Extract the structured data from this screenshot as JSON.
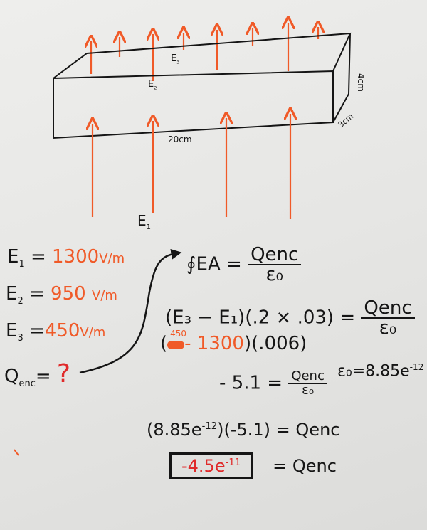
{
  "colors": {
    "ink": "#151515",
    "field_arrow": "#f05a28",
    "answer": "#e02a2a",
    "paper": "#e8e8e6"
  },
  "diagram": {
    "labels": {
      "e3": "E",
      "e3_sub": "3",
      "e2": "E",
      "e2_sub": "2",
      "e1": "E",
      "e1_sub": "1",
      "length": "20cm",
      "height": "4cm",
      "depth": "3cm"
    }
  },
  "givens": [
    {
      "symbol": "E",
      "sub": "1",
      "eq": "=",
      "value": "1300",
      "unit": "V/m"
    },
    {
      "symbol": "E",
      "sub": "2",
      "eq": "=",
      "value": "950",
      "unit": "V/m"
    },
    {
      "symbol": "E",
      "sub": "3",
      "eq": "=",
      "value": "450",
      "unit": "V/m"
    }
  ],
  "unknown": {
    "symbol": "Q",
    "sub": "enc",
    "eq": "=",
    "value": "?"
  },
  "work": {
    "gauss_lhs": "∮EA =",
    "gauss_num": "Qenc",
    "gauss_den": "ε₀",
    "line2_lhs": "(E₃ − E₁)(.2 × .03) =",
    "line2_num": "Qenc",
    "line2_den": "ε₀",
    "line3_open": "(",
    "line3_correction": "450",
    "line3_rest": "- 1300",
    ")line3_close": "",
    "line3_close": ")(.006)",
    "line4_lhs": "- 5.1 =",
    "line4_num": "Qenc",
    "line4_den": "ε₀",
    "epsilon": "ε₀=8.85e",
    "epsilon_exp": "-12",
    "line5_a": "(8.85e",
    "line5_exp": "-12",
    "line5_b": ")(-5.1) = Qenc",
    "answer": "-4.5e",
    "answer_exp": "-11",
    "answer_rhs": "= Qenc"
  }
}
